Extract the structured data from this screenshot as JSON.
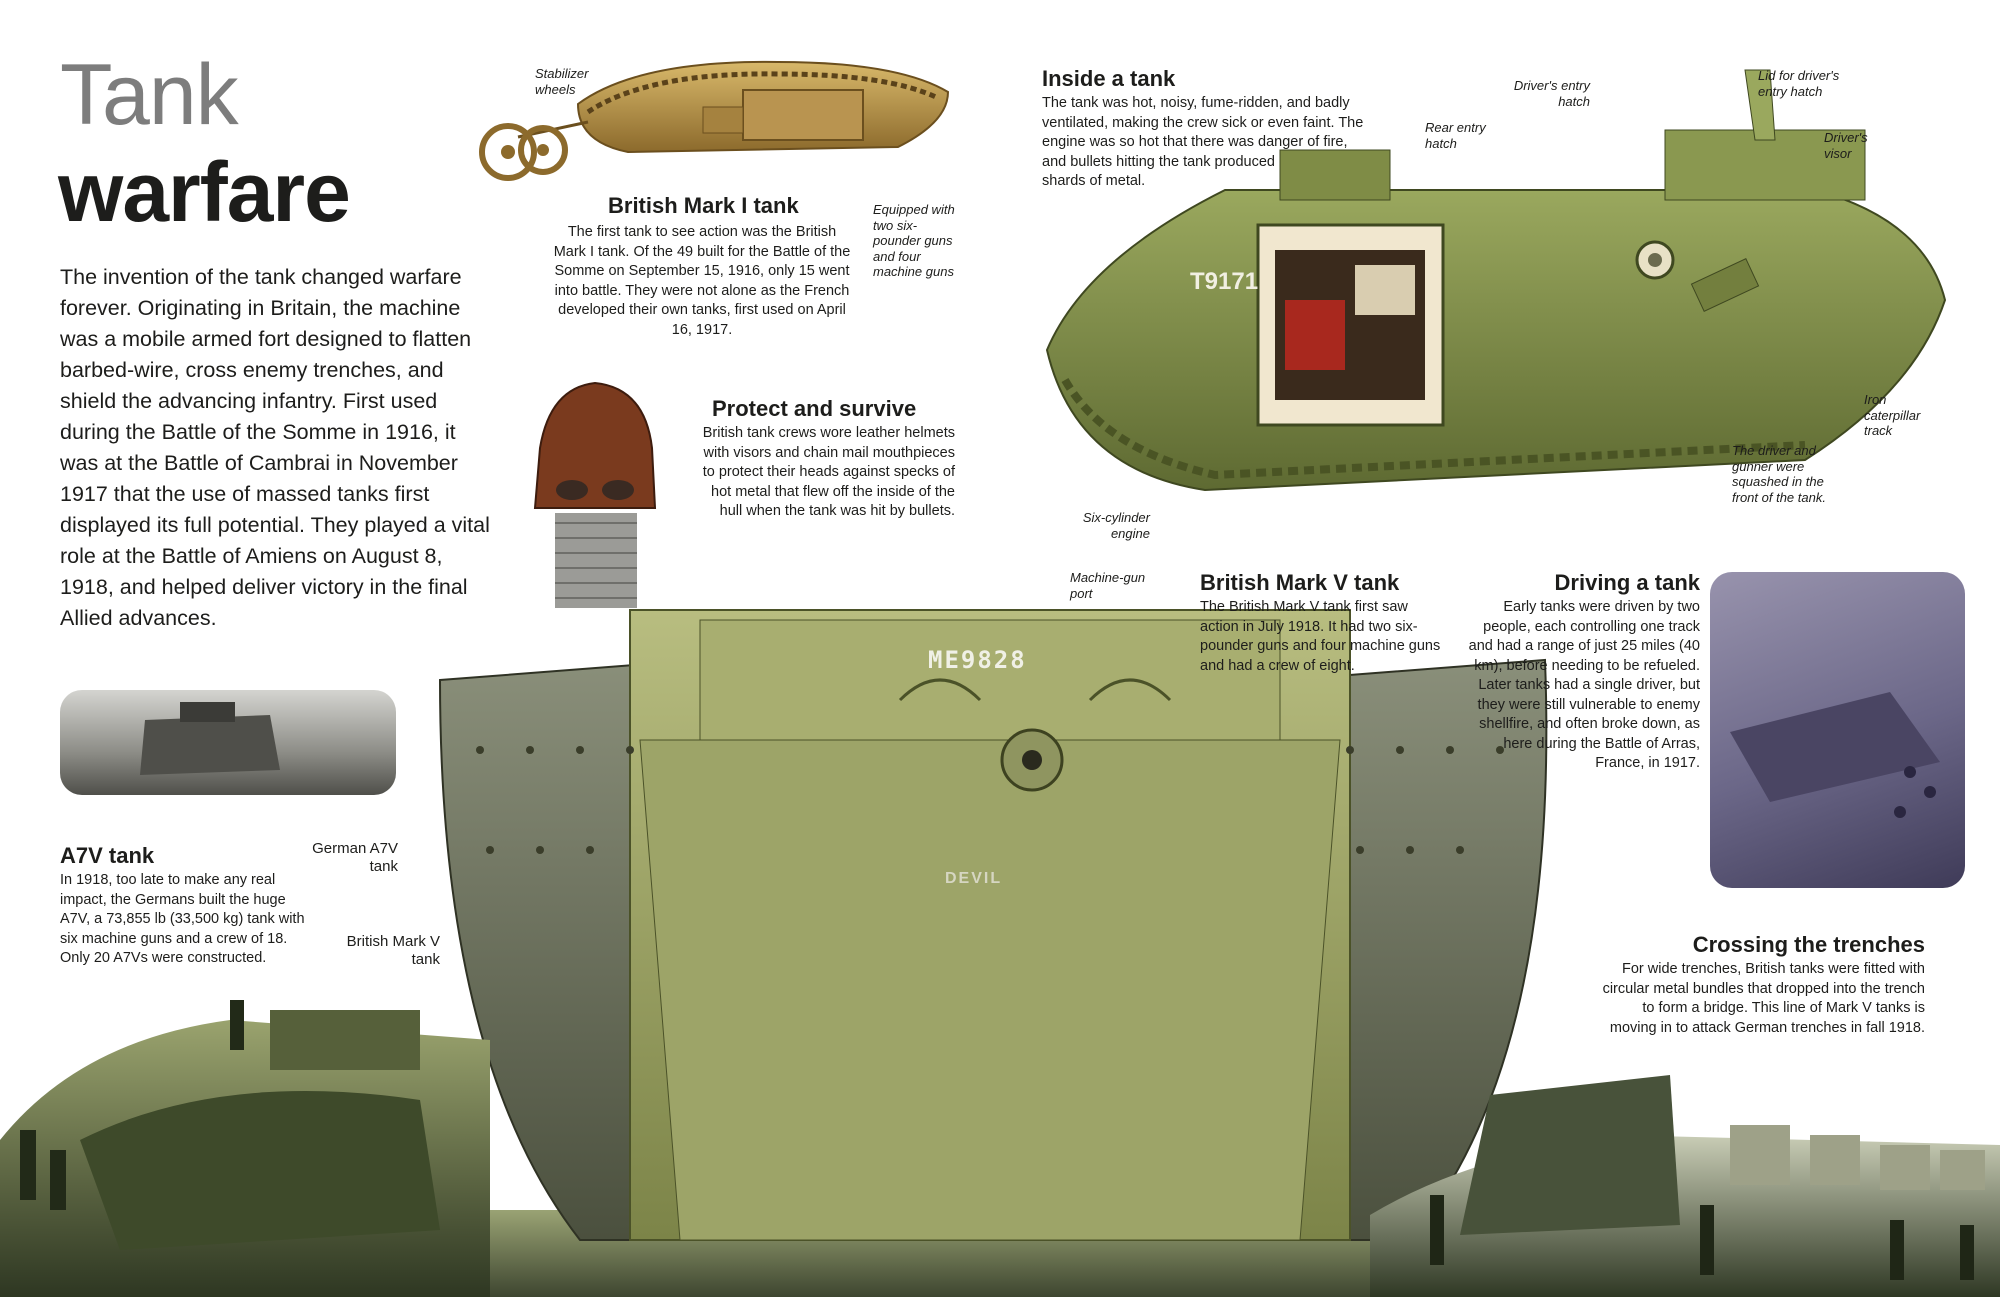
{
  "title": {
    "light": "Tank",
    "bold": "warfare"
  },
  "intro": "The invention of the tank changed warfare forever. Originating in Britain, the machine was a mobile armed fort designed to flatten barbed-wire, cross enemy trenches, and shield the advancing infantry. First used during the Battle of the Somme in 1916, it was at the Battle of Cambrai in November 1917 that the use of massed tanks first displayed its full potential. They played a vital role at the Battle of Amiens on August 8, 1918, and helped deliver victory in the final Allied advances.",
  "mark1": {
    "heading": "British Mark I tank",
    "body": "The first tank to see action was the British Mark I tank. Of the 49 built for the Battle of the Somme on September 15, 1916, only 15 went into battle. They were not alone as the French developed their own tanks, first used on April 16, 1917.",
    "caption_wheels": "Stabilizer wheels",
    "caption_guns": "Equipped with two six-pounder guns and four machine guns"
  },
  "inside": {
    "heading": "Inside a tank",
    "body": "The tank was hot, noisy, fume-ridden, and badly ventilated, making the crew sick or even faint. The engine was so hot that there was danger of fire, and bullets hitting the tank produced dangerous shards of metal.",
    "label_rear": "Rear entry hatch",
    "label_entry": "Driver's entry hatch",
    "label_lid": "Lid for driver's entry hatch",
    "label_visor": "Driver's visor",
    "label_track": "Iron caterpillar track",
    "label_crew": "The driver and gunner were squashed in the front of the tank.",
    "label_engine": "Six-cylinder engine",
    "hull_number": "T9171"
  },
  "protect": {
    "heading": "Protect and survive",
    "body": "British tank crews wore leather helmets with visors and chain mail mouthpieces to protect their heads against specks of hot metal that flew off the inside of the hull when the tank was hit by bullets."
  },
  "mark5": {
    "heading": "British Mark V tank",
    "body": "The British Mark V tank first saw action in July 1918. It had two six-pounder guns and four machine guns and had a crew of eight.",
    "caption_port": "Machine-gun port",
    "plate": "ME9828",
    "name": "DEVIL"
  },
  "driving": {
    "heading": "Driving a tank",
    "body": "Early tanks were driven by two people, each controlling one track and had a range of just 25 miles (40 km), before needing to be refueled. Later tanks had a single driver, but they were still vulnerable to enemy shellfire, and often broke down, as here during the Battle of Arras, France, in 1917."
  },
  "a7v": {
    "heading": "A7V tank",
    "body": "In 1918, too late to make any real impact, the Germans built the huge A7V, a 73,855 lb (33,500 kg) tank with six machine guns and a crew of 18. Only 20 A7Vs were constructed.",
    "label_german": "German A7V tank",
    "label_british": "British Mark V tank"
  },
  "trenches": {
    "heading": "Crossing the trenches",
    "body": "For wide trenches, British tanks were fitted with circular metal bundles that dropped into the trench to form a bridge. This line of Mark V tanks is moving in to attack German trenches in fall 1918."
  },
  "colors": {
    "olive": "#8a9a4e",
    "dark_olive": "#4d5a28",
    "sepia": "#a58a4a",
    "violet": "#5a5676"
  }
}
